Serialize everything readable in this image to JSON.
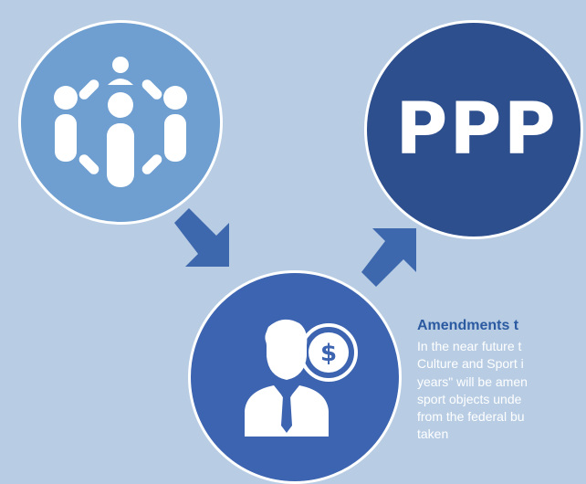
{
  "ppp_label": "PPP",
  "text_block": {
    "heading": "Amendments t",
    "lines": [
      "In the near future t",
      "Culture and Sport i",
      "years\" will be amen",
      "sport objects unde",
      "from the federal bu",
      "taken"
    ]
  },
  "icons": [
    "people-group-icon",
    "investor-dollar-icon",
    "arrow-down-right-icon",
    "arrow-up-right-icon"
  ],
  "colors": {
    "background": "#b8cde4",
    "people_circle": "#6f9fd0",
    "ppp_circle": "#2d4f8e",
    "investor_circle": "#3d64b0",
    "arrows": "#3d68ae",
    "heading": "#2b5aa1"
  }
}
